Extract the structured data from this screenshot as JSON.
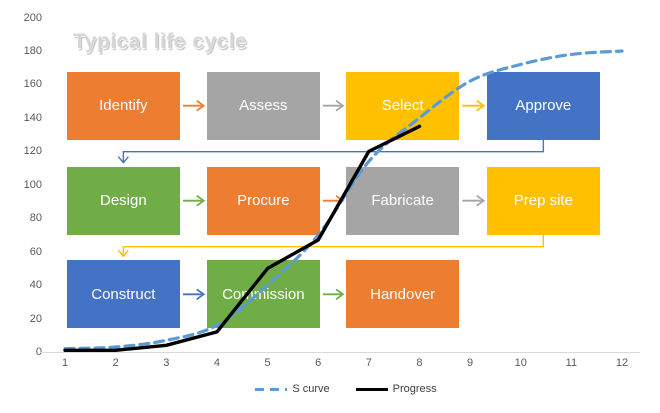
{
  "title": "Typical life cycle",
  "axes": {
    "y_ticks": [
      "200",
      "180",
      "160",
      "140",
      "120",
      "100",
      "80",
      "60",
      "40",
      "20",
      "0"
    ],
    "x_ticks": [
      "1",
      "2",
      "3",
      "4",
      "5",
      "6",
      "7",
      "8",
      "9",
      "10",
      "11",
      "12"
    ]
  },
  "legend": [
    {
      "label": "S curve",
      "style": "dashed",
      "color": "#5B9BD5"
    },
    {
      "label": "Progress",
      "style": "solid",
      "color": "#000000"
    }
  ],
  "chart_data": {
    "type": "line",
    "title": "Typical life cycle",
    "xlabel": "",
    "ylabel": "",
    "xlim": [
      1,
      12
    ],
    "ylim": [
      0,
      200
    ],
    "y_tick_step": 20,
    "grid": false,
    "legend_position": "bottom",
    "series": [
      {
        "name": "S curve",
        "color": "#5B9BD5",
        "dashed": true,
        "smooth": true,
        "x": [
          1,
          2,
          3,
          4,
          5,
          6,
          7,
          8,
          9,
          10,
          11,
          12
        ],
        "values": [
          2,
          3,
          7,
          16,
          40,
          70,
          114,
          140,
          162,
          172,
          178,
          180
        ]
      },
      {
        "name": "Progress",
        "color": "#000000",
        "dashed": false,
        "smooth": false,
        "x": [
          1,
          2,
          3,
          4,
          5,
          6,
          7,
          8
        ],
        "values": [
          1,
          1,
          4,
          12,
          50,
          67,
          120,
          135
        ]
      }
    ]
  },
  "diagram": {
    "rows": [
      {
        "boxes": [
          {
            "label": "Identify",
            "color": "#ED7D31"
          },
          {
            "label": "Assess",
            "color": "#A5A5A5"
          },
          {
            "label": "Select",
            "color": "#FFC000"
          },
          {
            "label": "Approve",
            "color": "#4472C4"
          }
        ],
        "arrow_colors": [
          "#ED7D31",
          "#A5A5A5",
          "#FFC000"
        ]
      },
      {
        "boxes": [
          {
            "label": "Design",
            "color": "#70AD47"
          },
          {
            "label": "Procure",
            "color": "#ED7D31"
          },
          {
            "label": "Fabricate",
            "color": "#A5A5A5"
          },
          {
            "label": "Prep site",
            "color": "#FFC000"
          }
        ],
        "arrow_colors": [
          "#70AD47",
          "#ED7D31",
          "#A5A5A5"
        ]
      },
      {
        "boxes": [
          {
            "label": "Construct",
            "color": "#4472C4"
          },
          {
            "label": "Commission",
            "color": "#70AD47"
          },
          {
            "label": "Handover",
            "color": "#ED7D31"
          }
        ],
        "arrow_colors": [
          "#4472C4",
          "#70AD47"
        ]
      }
    ],
    "connectors": [
      {
        "from": "Approve",
        "to": "Design",
        "color": "#4472C4"
      },
      {
        "from": "Prep site",
        "to": "Construct",
        "color": "#FFC000"
      }
    ]
  },
  "colors": {
    "axis_line": "#D9D9D9",
    "tick_text": "#595959",
    "s_curve": "#5B9BD5",
    "progress": "#000000",
    "title_text": "#D6D6D6"
  }
}
